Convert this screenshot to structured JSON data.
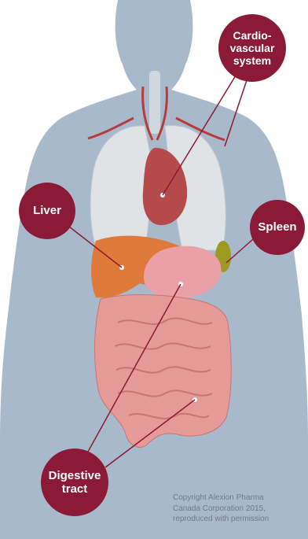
{
  "callouts": {
    "cardiovascular": "Cardio-\nvascular\nsystem",
    "liver": "Liver",
    "spleen": "Spleen",
    "digestive": "Digestive\ntract"
  },
  "copyright": "Copyright Alexion Pharma\nCanada Corporation 2015,\nreproduced with permission",
  "colors": {
    "silhouette": "#a9b9cc",
    "callout": "#8a1a35",
    "lungs": "#dfe3e6",
    "liver": "#e07a3a",
    "stomach": "#e9a0a6",
    "intestine": "#e59a97",
    "heart": "#b54a4a",
    "spleen": "#9c9a20"
  }
}
